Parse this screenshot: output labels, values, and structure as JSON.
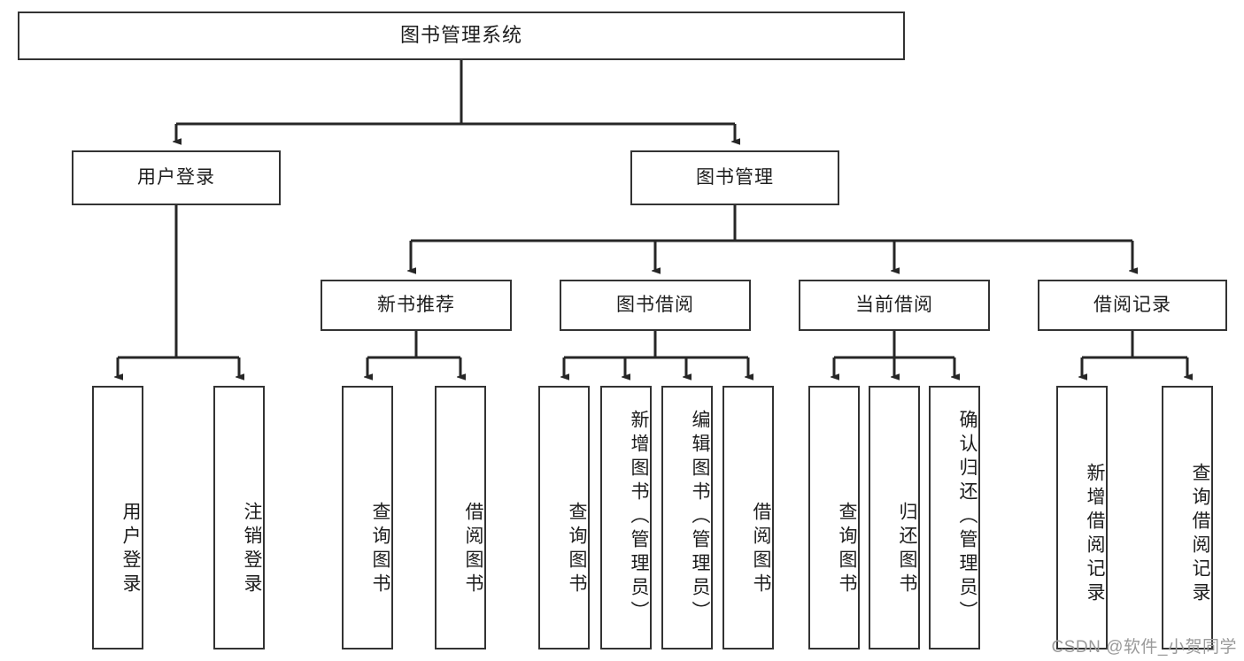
{
  "diagram": {
    "title": "图书管理系统",
    "type": "tree-hierarchy",
    "watermark": "CSDN @软件_小贺同学",
    "colors": {
      "box_border": "#333333",
      "box_fill": "#ffffff",
      "edge": "#1d1d1d",
      "text": "#1d1d1d",
      "watermark": "#9a9a9a",
      "background": "#ffffff"
    },
    "levels": {
      "root": [
        "图书管理系统"
      ],
      "level1": [
        "用户登录",
        "图书管理"
      ],
      "level2": [
        "新书推荐",
        "图书借阅",
        "当前借阅",
        "借阅记录"
      ],
      "leaves": [
        "用户登录",
        "注销登录",
        "查询图书",
        "借阅图书",
        "查询图书",
        "新增图书（管理员）",
        "编辑图书（管理员）",
        "借阅图书",
        "查询图书",
        "归还图书",
        "确认归还（管理员）",
        "新增借阅记录",
        "查询借阅记录"
      ]
    },
    "nodes": {
      "root": {
        "label": "图书管理系统"
      },
      "user_login": {
        "label": "用户登录"
      },
      "book_manage": {
        "label": "图书管理"
      },
      "new_book_rec": {
        "label": "新书推荐"
      },
      "book_borrow": {
        "label": "图书借阅"
      },
      "current_borrow": {
        "label": "当前借阅"
      },
      "borrow_record": {
        "label": "借阅记录"
      },
      "leaf_user_login": {
        "label": "用户登录"
      },
      "leaf_logout": {
        "label": "注销登录"
      },
      "leaf_query_book_1": {
        "label": "查询图书"
      },
      "leaf_borrow_book_1": {
        "label": "借阅图书"
      },
      "leaf_query_book_2": {
        "label": "查询图书"
      },
      "leaf_add_book": {
        "label": "新增图书（管理员）"
      },
      "leaf_edit_book": {
        "label": "编辑图书（管理员）"
      },
      "leaf_borrow_book_2": {
        "label": "借阅图书"
      },
      "leaf_query_book_3": {
        "label": "查询图书"
      },
      "leaf_return_book": {
        "label": "归还图书"
      },
      "leaf_confirm_return": {
        "label": "确认归还（管理员）"
      },
      "leaf_add_record": {
        "label": "新增借阅记录"
      },
      "leaf_query_record": {
        "label": "查询借阅记录"
      }
    },
    "edges": [
      {
        "from": "root",
        "to": "user_login"
      },
      {
        "from": "root",
        "to": "book_manage"
      },
      {
        "from": "user_login",
        "to": "leaf_user_login"
      },
      {
        "from": "user_login",
        "to": "leaf_logout"
      },
      {
        "from": "book_manage",
        "to": "new_book_rec"
      },
      {
        "from": "book_manage",
        "to": "book_borrow"
      },
      {
        "from": "book_manage",
        "to": "current_borrow"
      },
      {
        "from": "book_manage",
        "to": "borrow_record"
      },
      {
        "from": "new_book_rec",
        "to": "leaf_query_book_1"
      },
      {
        "from": "new_book_rec",
        "to": "leaf_borrow_book_1"
      },
      {
        "from": "book_borrow",
        "to": "leaf_query_book_2"
      },
      {
        "from": "book_borrow",
        "to": "leaf_add_book"
      },
      {
        "from": "book_borrow",
        "to": "leaf_edit_book"
      },
      {
        "from": "book_borrow",
        "to": "leaf_borrow_book_2"
      },
      {
        "from": "current_borrow",
        "to": "leaf_query_book_3"
      },
      {
        "from": "current_borrow",
        "to": "leaf_return_book"
      },
      {
        "from": "current_borrow",
        "to": "leaf_confirm_return"
      },
      {
        "from": "borrow_record",
        "to": "leaf_add_record"
      },
      {
        "from": "borrow_record",
        "to": "leaf_query_record"
      }
    ]
  }
}
